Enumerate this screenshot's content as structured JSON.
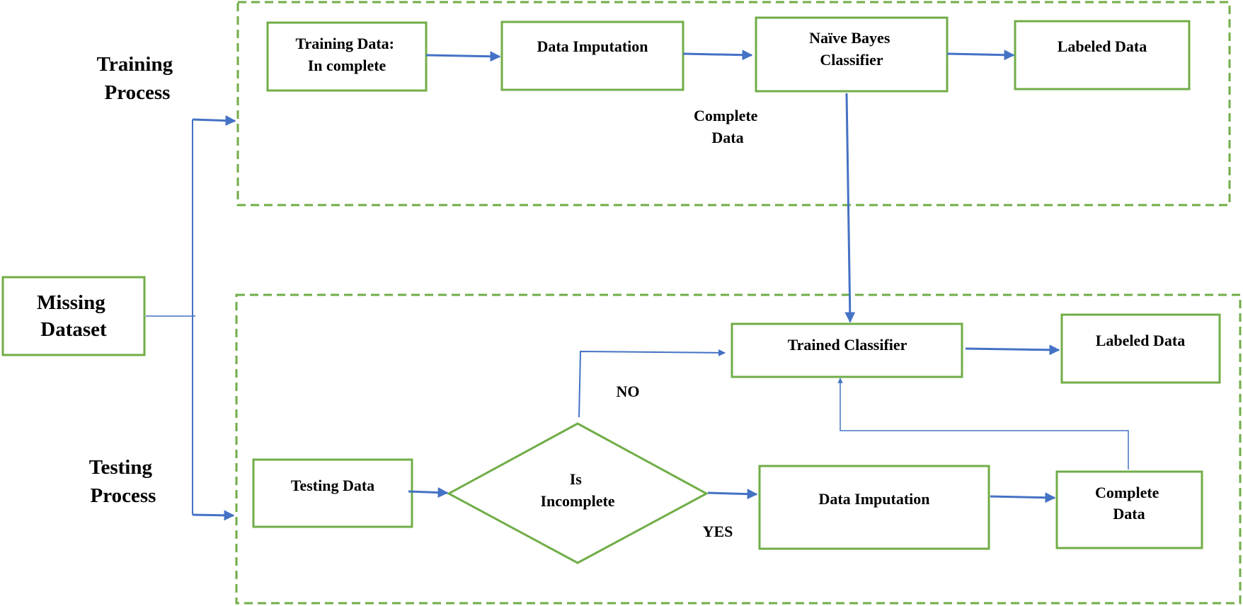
{
  "colors": {
    "box_border": "#70AD47",
    "arrow": "#4472C4",
    "text": "#000000",
    "background": "#ffffff"
  },
  "groups": {
    "training": [
      "Training",
      "Process"
    ],
    "testing": [
      "Testing",
      "Process"
    ]
  },
  "nodes": {
    "missing_dataset": [
      "Missing",
      "Dataset"
    ],
    "training_data": [
      "Training Data:",
      "In complete"
    ],
    "data_imputation_train": [
      "Data Imputation"
    ],
    "naive_bayes": [
      "Naïve Bayes",
      "Classifier"
    ],
    "labeled_data_train": [
      "Labeled Data"
    ],
    "trained_classifier": [
      "Trained Classifier"
    ],
    "labeled_data_test": [
      "Labeled Data"
    ],
    "testing_data": [
      "Testing Data"
    ],
    "is_incomplete": [
      "Is",
      "Incomplete"
    ],
    "data_imputation_test": [
      "Data Imputation"
    ],
    "complete_data_test": [
      "Complete",
      "Data"
    ]
  },
  "edge_labels": {
    "complete_data": [
      "Complete",
      "Data"
    ],
    "no": [
      "NO"
    ],
    "yes": [
      "YES"
    ]
  }
}
